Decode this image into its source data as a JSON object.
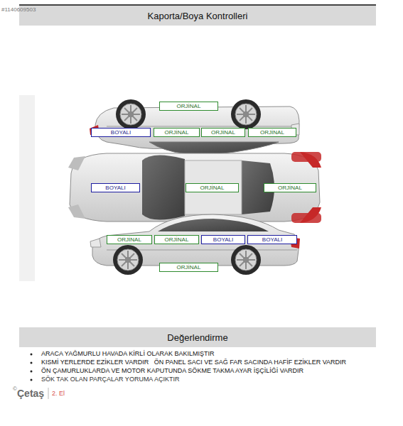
{
  "diagram": {
    "title": "Kaporta/Boya Kontrolleri",
    "nodes": [
      {
        "text": [
          "ORJİNAL"
        ]
      },
      {
        "text": [
          "BOYALI"
        ]
      },
      {
        "text": [
          "ORJİNAL"
        ]
      },
      {
        "text": [
          "ORJİNAL"
        ]
      },
      {
        "text": [
          "ORJİNAL"
        ]
      },
      {
        "text": [
          "BOYALI"
        ]
      },
      {
        "text": [
          "ORJİNAL"
        ]
      },
      {
        "text": [
          "ORJİNAL"
        ]
      },
      {
        "text": [
          "ORJİNAL"
        ]
      },
      {
        "text": [
          "ORJİNAL"
        ]
      },
      {
        "text": [
          "BOYALI"
        ]
      },
      {
        "text": [
          "BOYALI"
        ]
      },
      {
        "text": [
          "ORJİNAL"
        ]
      },
      {
        "text": [
          "Değerlendirme"
        ]
      }
    ],
    "labels": [
      "#1140609503",
      "ARACA YAĞMURLU HAVADA KİRLİ OLARAK BAKILMIŞTIR",
      "KISMİ YERLERDE EZİKLER VARDIR   ÖN PANEL SACI VE SAĞ FAR SACINDA HAFİF EZİKLER VARDIR",
      "ÖN ÇAMURLUKLARDA VE MOTOR KAPUTUNDA SÖKME TAKMA AYAR İŞÇİLİĞİ VARDIR",
      "SÖK TAK OLAN PARÇALAR YORUMA AÇIKTIR",
      "©",
      "Çetaş",
      "2. El"
    ]
  }
}
